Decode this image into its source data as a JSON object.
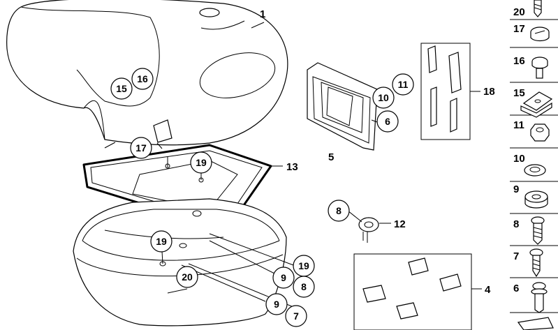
{
  "callouts": {
    "c1": "1",
    "c4": "4",
    "c5": "5",
    "c6": "6",
    "c7": "7",
    "c8a": "8",
    "c8b": "8",
    "c9a": "9",
    "c9b": "9",
    "c10": "10",
    "c11": "11",
    "c12": "12",
    "c13": "13",
    "c15": "15",
    "c16": "16",
    "c17": "17",
    "c18": "18",
    "c19a": "19",
    "c19b": "19",
    "c19c": "19",
    "c20": "20"
  },
  "legend": {
    "items": [
      {
        "label": "20",
        "icon": "screw-20-icon"
      },
      {
        "label": "17",
        "icon": "plug-cap-17-icon"
      },
      {
        "label": "16",
        "icon": "pan-screw-16-icon"
      },
      {
        "label": "15",
        "icon": "clip-nut-15-icon"
      },
      {
        "label": "11",
        "icon": "hex-nut-11-icon"
      },
      {
        "label": "10",
        "icon": "washer-10-icon"
      },
      {
        "label": "9",
        "icon": "rubber-bushing-9-icon"
      },
      {
        "label": "8",
        "icon": "screw-8-icon"
      },
      {
        "label": "7",
        "icon": "self-tapping-screw-7-icon"
      },
      {
        "label": "6",
        "icon": "collar-screw-6-icon"
      },
      {
        "label": "",
        "icon": "pad-icon"
      }
    ]
  },
  "colors": {
    "line": "#000000",
    "background": "#ffffff",
    "shading": "#f2f2f2"
  }
}
